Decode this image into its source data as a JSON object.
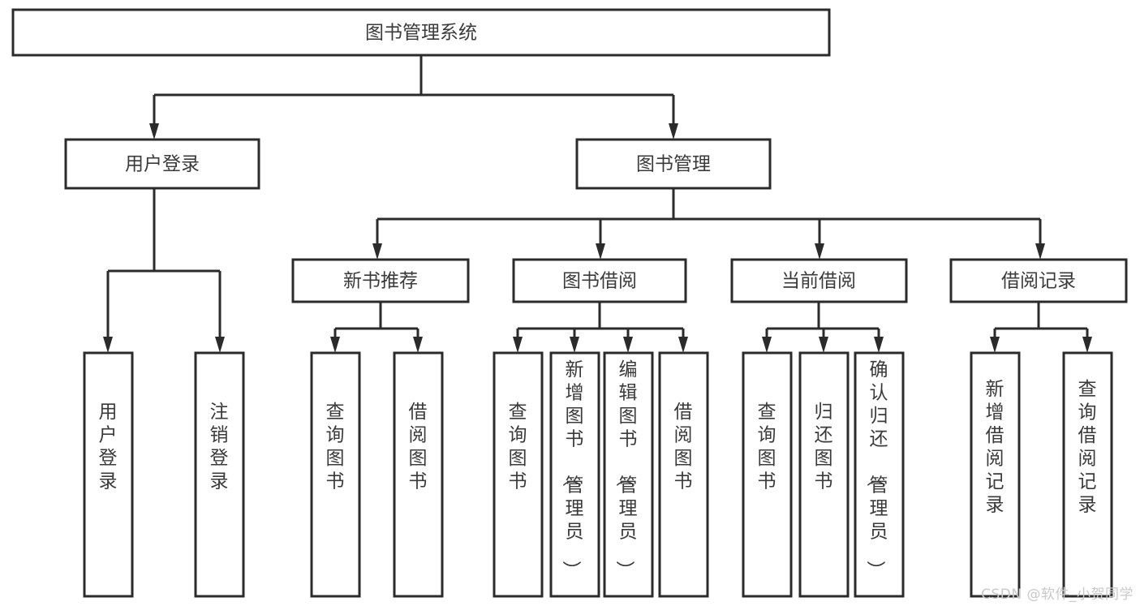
{
  "diagram": {
    "type": "tree-hierarchy-chart",
    "title": "图书管理系统",
    "orientation": "top-down",
    "colors": {
      "box_fill": "#ffffff",
      "box_stroke": "#2b2b2b",
      "text": "#3a3a3a",
      "background": "#ffffff",
      "watermark": "#c9c9c9"
    },
    "levels": [
      {
        "level": 1,
        "nodes": [
          {
            "id": "root",
            "label": "图书管理系统",
            "orientation": "horizontal"
          }
        ]
      },
      {
        "level": 2,
        "nodes": [
          {
            "id": "user-login",
            "label": "用户登录",
            "orientation": "horizontal",
            "parent": "root"
          },
          {
            "id": "book-manage",
            "label": "图书管理",
            "orientation": "horizontal",
            "parent": "root"
          }
        ]
      },
      {
        "level": 3,
        "nodes": [
          {
            "id": "new-book-rec",
            "label": "新书推荐",
            "orientation": "horizontal",
            "parent": "book-manage"
          },
          {
            "id": "book-borrow",
            "label": "图书借阅",
            "orientation": "horizontal",
            "parent": "book-manage"
          },
          {
            "id": "current-borrow",
            "label": "当前借阅",
            "orientation": "horizontal",
            "parent": "book-manage"
          },
          {
            "id": "borrow-record",
            "label": "借阅记录",
            "orientation": "horizontal",
            "parent": "book-manage"
          }
        ]
      },
      {
        "level": 4,
        "nodes": [
          {
            "id": "leaf-user-login",
            "label": "用户登录",
            "orientation": "vertical",
            "parent": "user-login"
          },
          {
            "id": "leaf-logout",
            "label": "注销登录",
            "orientation": "vertical",
            "parent": "user-login"
          },
          {
            "id": "leaf-query-book-1",
            "label": "查询图书",
            "orientation": "vertical",
            "parent": "new-book-rec"
          },
          {
            "id": "leaf-borrow-book-1",
            "label": "借阅图书",
            "orientation": "vertical",
            "parent": "new-book-rec"
          },
          {
            "id": "leaf-query-book-2",
            "label": "查询图书",
            "orientation": "vertical",
            "parent": "book-borrow"
          },
          {
            "id": "leaf-add-book",
            "label": "新增图书（管理员）",
            "orientation": "vertical",
            "parent": "book-borrow"
          },
          {
            "id": "leaf-edit-book",
            "label": "编辑图书（管理员）",
            "orientation": "vertical",
            "parent": "book-borrow"
          },
          {
            "id": "leaf-borrow-book-2",
            "label": "借阅图书",
            "orientation": "vertical",
            "parent": "book-borrow"
          },
          {
            "id": "leaf-query-book-3",
            "label": "查询图书",
            "orientation": "vertical",
            "parent": "current-borrow"
          },
          {
            "id": "leaf-return-book",
            "label": "归还图书",
            "orientation": "vertical",
            "parent": "current-borrow"
          },
          {
            "id": "leaf-confirm-return",
            "label": "确认归还（管理员）",
            "orientation": "vertical",
            "parent": "current-borrow"
          },
          {
            "id": "leaf-add-record",
            "label": "新增借阅记录",
            "orientation": "vertical",
            "parent": "borrow-record"
          },
          {
            "id": "leaf-query-record",
            "label": "查询借阅记录",
            "orientation": "vertical",
            "parent": "borrow-record"
          }
        ]
      }
    ]
  },
  "watermark": {
    "text": "CSDN @软件_小贺同学"
  }
}
